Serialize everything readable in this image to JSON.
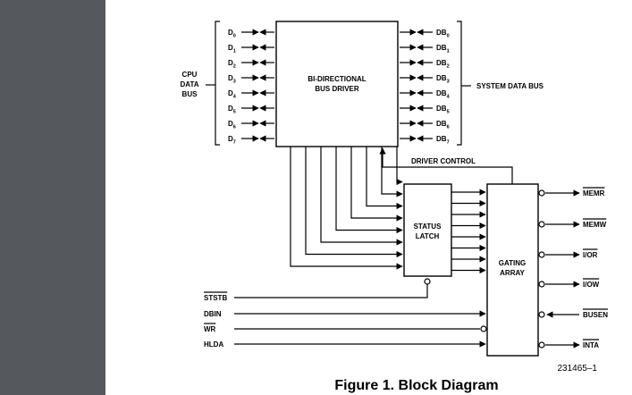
{
  "blocks": {
    "bus_driver": [
      "BI-DIRECTIONAL",
      "BUS DRIVER"
    ],
    "status_latch": [
      "STATUS",
      "LATCH"
    ],
    "gating_array": [
      "GATING",
      "ARRAY"
    ]
  },
  "cpu_bus": {
    "label": [
      "CPU",
      "DATA",
      "BUS"
    ],
    "lines": [
      {
        "base": "D",
        "sub": "0"
      },
      {
        "base": "D",
        "sub": "1"
      },
      {
        "base": "D",
        "sub": "2"
      },
      {
        "base": "D",
        "sub": "3"
      },
      {
        "base": "D",
        "sub": "4"
      },
      {
        "base": "D",
        "sub": "5"
      },
      {
        "base": "D",
        "sub": "6"
      },
      {
        "base": "D",
        "sub": "7"
      }
    ]
  },
  "system_bus": {
    "label": "SYSTEM DATA BUS",
    "lines": [
      {
        "base": "DB",
        "sub": "0"
      },
      {
        "base": "DB",
        "sub": "1"
      },
      {
        "base": "DB",
        "sub": "2"
      },
      {
        "base": "DB",
        "sub": "3"
      },
      {
        "base": "DB",
        "sub": "4"
      },
      {
        "base": "DB",
        "sub": "5"
      },
      {
        "base": "DB",
        "sub": "6"
      },
      {
        "base": "DB",
        "sub": "7"
      }
    ]
  },
  "driver_control": "DRIVER CONTROL",
  "inputs": [
    "STSTB",
    "DBIN",
    "WR",
    "HLDA"
  ],
  "outputs": [
    "MEMR",
    "MEMW",
    "I/OR",
    "I/OW",
    "BUSEN",
    "INTA"
  ],
  "figure_number": "231465–1",
  "caption": "Figure 1. Block Diagram"
}
